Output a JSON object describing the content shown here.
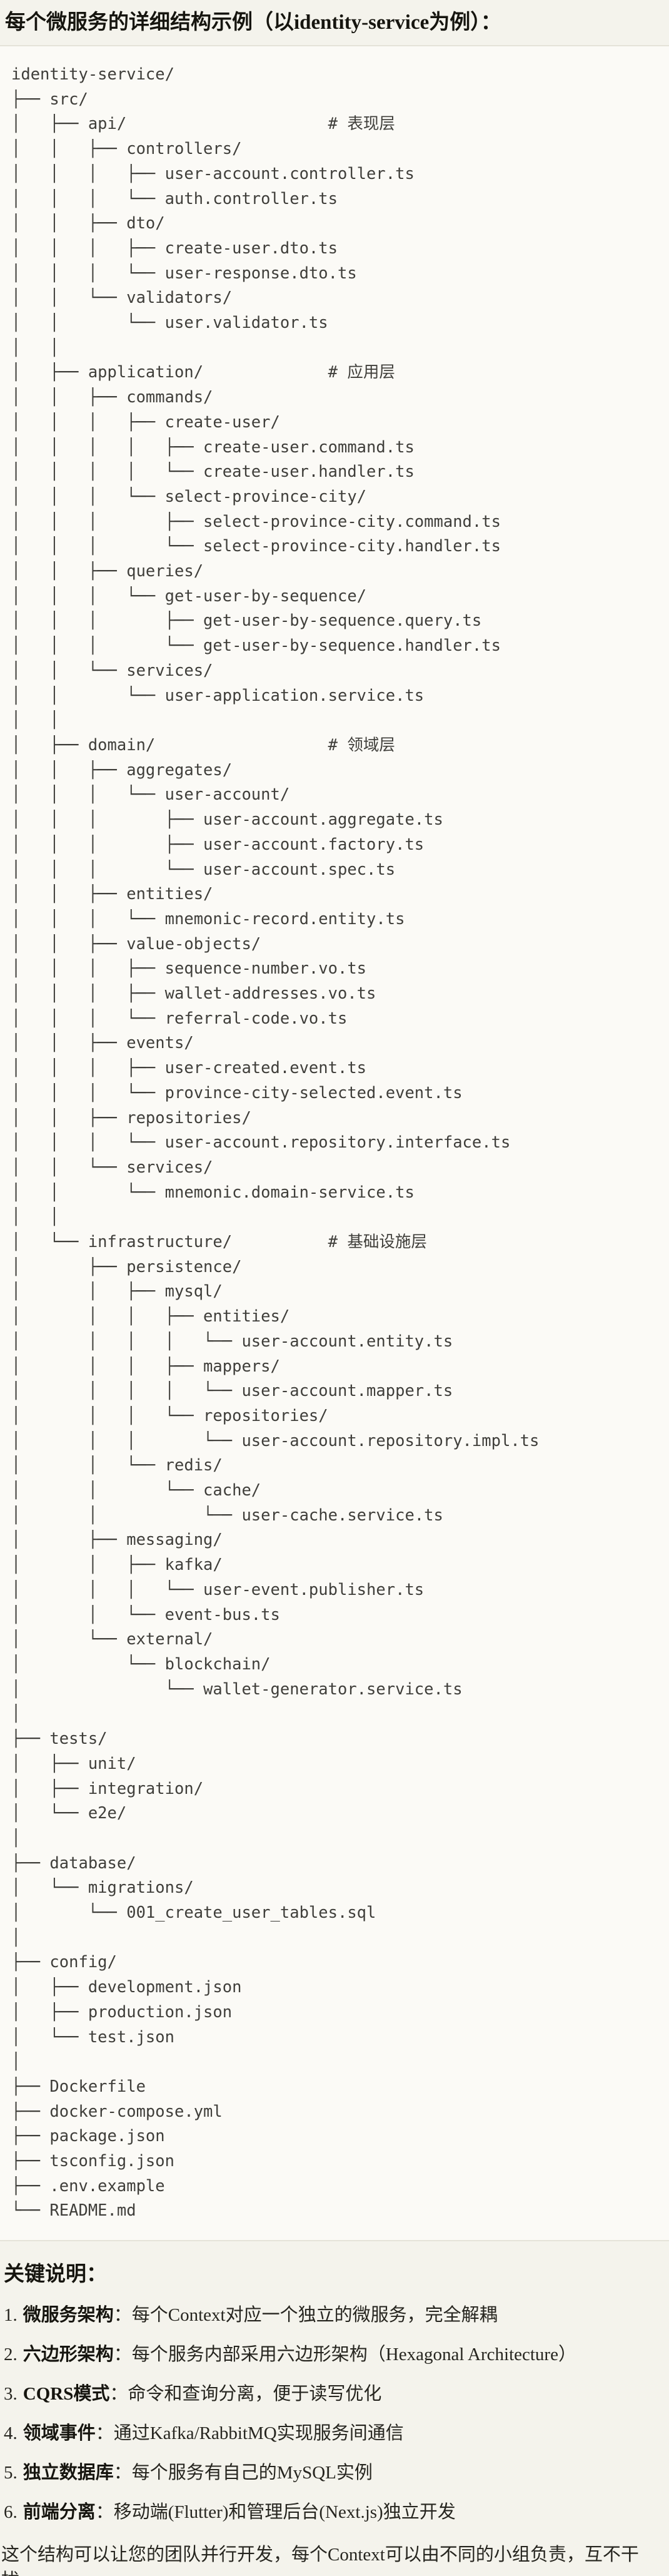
{
  "page": {
    "title": "每个微服务的详细结构示例（以identity-service为例）："
  },
  "colors": {
    "page_bg": "#f4f3ec",
    "code_bg": "#fbfaf6",
    "border": "#e5e3d9",
    "code_text": "#3f3e3a",
    "heading_text": "#16150f"
  },
  "code_block": {
    "lines": [
      "identity-service/",
      "├── src/",
      "│   ├── api/                     # 表现层",
      "│   │   ├── controllers/",
      "│   │   │   ├── user-account.controller.ts",
      "│   │   │   └── auth.controller.ts",
      "│   │   ├── dto/",
      "│   │   │   ├── create-user.dto.ts",
      "│   │   │   └── user-response.dto.ts",
      "│   │   └── validators/",
      "│   │       └── user.validator.ts",
      "│   │",
      "│   ├── application/             # 应用层",
      "│   │   ├── commands/",
      "│   │   │   ├── create-user/",
      "│   │   │   │   ├── create-user.command.ts",
      "│   │   │   │   └── create-user.handler.ts",
      "│   │   │   └── select-province-city/",
      "│   │   │       ├── select-province-city.command.ts",
      "│   │   │       └── select-province-city.handler.ts",
      "│   │   ├── queries/",
      "│   │   │   └── get-user-by-sequence/",
      "│   │   │       ├── get-user-by-sequence.query.ts",
      "│   │   │       └── get-user-by-sequence.handler.ts",
      "│   │   └── services/",
      "│   │       └── user-application.service.ts",
      "│   │",
      "│   ├── domain/                  # 领域层",
      "│   │   ├── aggregates/",
      "│   │   │   └── user-account/",
      "│   │   │       ├── user-account.aggregate.ts",
      "│   │   │       ├── user-account.factory.ts",
      "│   │   │       └── user-account.spec.ts",
      "│   │   ├── entities/",
      "│   │   │   └── mnemonic-record.entity.ts",
      "│   │   ├── value-objects/",
      "│   │   │   ├── sequence-number.vo.ts",
      "│   │   │   ├── wallet-addresses.vo.ts",
      "│   │   │   └── referral-code.vo.ts",
      "│   │   ├── events/",
      "│   │   │   ├── user-created.event.ts",
      "│   │   │   └── province-city-selected.event.ts",
      "│   │   ├── repositories/",
      "│   │   │   └── user-account.repository.interface.ts",
      "│   │   └── services/",
      "│   │       └── mnemonic.domain-service.ts",
      "│   │",
      "│   └── infrastructure/          # 基础设施层",
      "│       ├── persistence/",
      "│       │   ├── mysql/",
      "│       │   │   ├── entities/",
      "│       │   │   │   └── user-account.entity.ts",
      "│       │   │   ├── mappers/",
      "│       │   │   │   └── user-account.mapper.ts",
      "│       │   │   └── repositories/",
      "│       │   │       └── user-account.repository.impl.ts",
      "│       │   └── redis/",
      "│       │       └── cache/",
      "│       │           └── user-cache.service.ts",
      "│       ├── messaging/",
      "│       │   ├── kafka/",
      "│       │   │   └── user-event.publisher.ts",
      "│       │   └── event-bus.ts",
      "│       └── external/",
      "│           └── blockchain/",
      "│               └── wallet-generator.service.ts",
      "│",
      "├── tests/",
      "│   ├── unit/",
      "│   ├── integration/",
      "│   └── e2e/",
      "│",
      "├── database/",
      "│   └── migrations/",
      "│       └── 001_create_user_tables.sql",
      "│",
      "├── config/",
      "│   ├── development.json",
      "│   ├── production.json",
      "│   └── test.json",
      "│",
      "├── Dockerfile",
      "├── docker-compose.yml",
      "├── package.json",
      "├── tsconfig.json",
      "├── .env.example",
      "└── README.md"
    ]
  },
  "notes": {
    "heading": "关键说明：",
    "items": [
      {
        "num": "1.",
        "term": "微服务架构",
        "sep": "：",
        "desc": "每个Context对应一个独立的微服务，完全解耦"
      },
      {
        "num": "2.",
        "term": "六边形架构",
        "sep": "：",
        "desc": "每个服务内部采用六边形架构（Hexagonal Architecture）"
      },
      {
        "num": "3.",
        "term": "CQRS模式",
        "sep": "：",
        "desc": "命令和查询分离，便于读写优化"
      },
      {
        "num": "4.",
        "term": "领域事件",
        "sep": "：",
        "desc": "通过Kafka/RabbitMQ实现服务间通信"
      },
      {
        "num": "5.",
        "term": "独立数据库",
        "sep": "：",
        "desc": "每个服务有自己的MySQL实例"
      },
      {
        "num": "6.",
        "term": "前端分离",
        "sep": "：",
        "desc": "移动端(Flutter)和管理后台(Next.js)独立开发"
      }
    ],
    "footer": "这个结构可以让您的团队并行开发，每个Context可以由不同的小组负责，互不干扰。"
  }
}
